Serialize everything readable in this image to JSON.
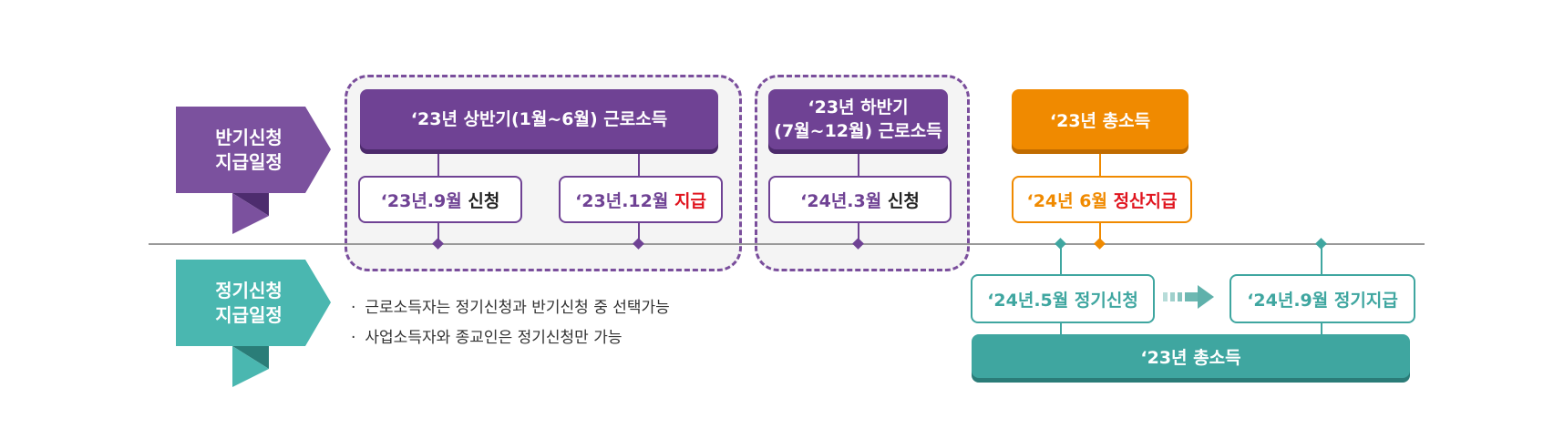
{
  "sections": {
    "half_year": {
      "label_line1": "반기신청",
      "label_line2": "지급일정",
      "color": "#7b519e"
    },
    "regular": {
      "label_line1": "정기신청",
      "label_line2": "지급일정",
      "color": "#4ab7b0"
    }
  },
  "half_year_track": {
    "group1_income": "‘23년 상반기(1월~6월) 근로소득",
    "group1_apply": {
      "date": "‘23년.9월",
      "action": "신청"
    },
    "group1_pay": {
      "date": "‘23년.12월",
      "action": "지급"
    },
    "group2_income_line1": "‘23년 하반기",
    "group2_income_line2": "(7월~12월) 근로소득",
    "group2_apply": {
      "date": "‘24년.3월",
      "action": "신청"
    },
    "total_income": "‘23년 총소득",
    "settlement": {
      "date": "‘24년 6월",
      "action": "정산지급"
    }
  },
  "regular_track": {
    "apply": "‘24년.5월 정기신청",
    "pay": "‘24년.9월 정기지급",
    "total_income": "‘23년 총소득",
    "arrow_icon": "arrow-right-icon"
  },
  "notes": [
    "근로소득자는 정기신청과 반기신청 중 선택가능",
    "사업소득자와 종교인은 정기신청만 가능"
  ],
  "colors": {
    "purple": "#6f4294",
    "orange": "#f08a00",
    "teal": "#3fa6a0",
    "red": "#e0141e",
    "timeline": "#999999"
  }
}
